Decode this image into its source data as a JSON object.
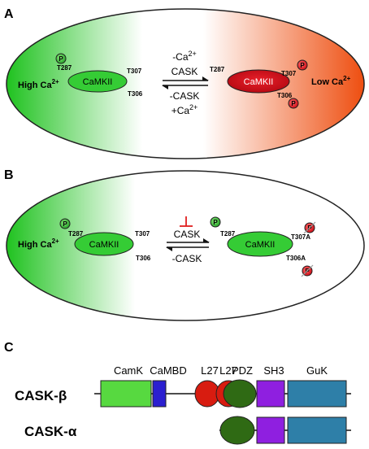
{
  "panelA": {
    "letter": "A",
    "left_label": "High Ca",
    "left_sup": "2+",
    "right_label": "Low Ca",
    "right_sup": "2+",
    "left_enzyme": "CaMKII",
    "right_enzyme": "CaMKII",
    "left_t287": "T287",
    "left_t307": "T307",
    "left_t306": "T306",
    "right_t287": "T287",
    "right_t307": "T307",
    "right_t306": "T306",
    "phospho": "P",
    "arrow_top_1": "-Ca",
    "arrow_top_1_sup": "2+",
    "arrow_top_2": "CASK",
    "arrow_bottom_1": "-CASK",
    "arrow_bottom_2": "+Ca",
    "arrow_bottom_2_sup": "2+",
    "colors": {
      "green": "#27c22a",
      "red": "#d9101e",
      "orange": "#ee5a1a",
      "enzyme_green": "#38d23a"
    }
  },
  "panelB": {
    "letter": "B",
    "left_label": "High Ca",
    "left_sup": "2+",
    "left_enzyme": "CaMKII",
    "right_enzyme": "CaMKII",
    "left_t287": "T287",
    "left_t307": "T307",
    "left_t306": "T306",
    "right_t287": "T287",
    "right_t307": "T307A",
    "right_t306": "T306A",
    "phospho": "P",
    "arrow_top": "CASK",
    "arrow_bottom": "-CASK",
    "colors": {
      "inhibit": "#e02020"
    }
  },
  "panelC": {
    "letter": "C",
    "beta_label": "CASK-β",
    "alpha_label": "CASK-α",
    "domains": {
      "camk": "CamK",
      "cambd": "CaMBD",
      "l27a": "L27",
      "l27b": "L27",
      "pdz": "PDZ",
      "sh3": "SH3",
      "guk": "GuK"
    },
    "colors": {
      "camk": "#57d940",
      "cambd": "#2b1fd0",
      "l27": "#d81c10",
      "pdz": "#2f6a14",
      "sh3": "#8f1fe0",
      "guk": "#2e7fa8"
    }
  }
}
